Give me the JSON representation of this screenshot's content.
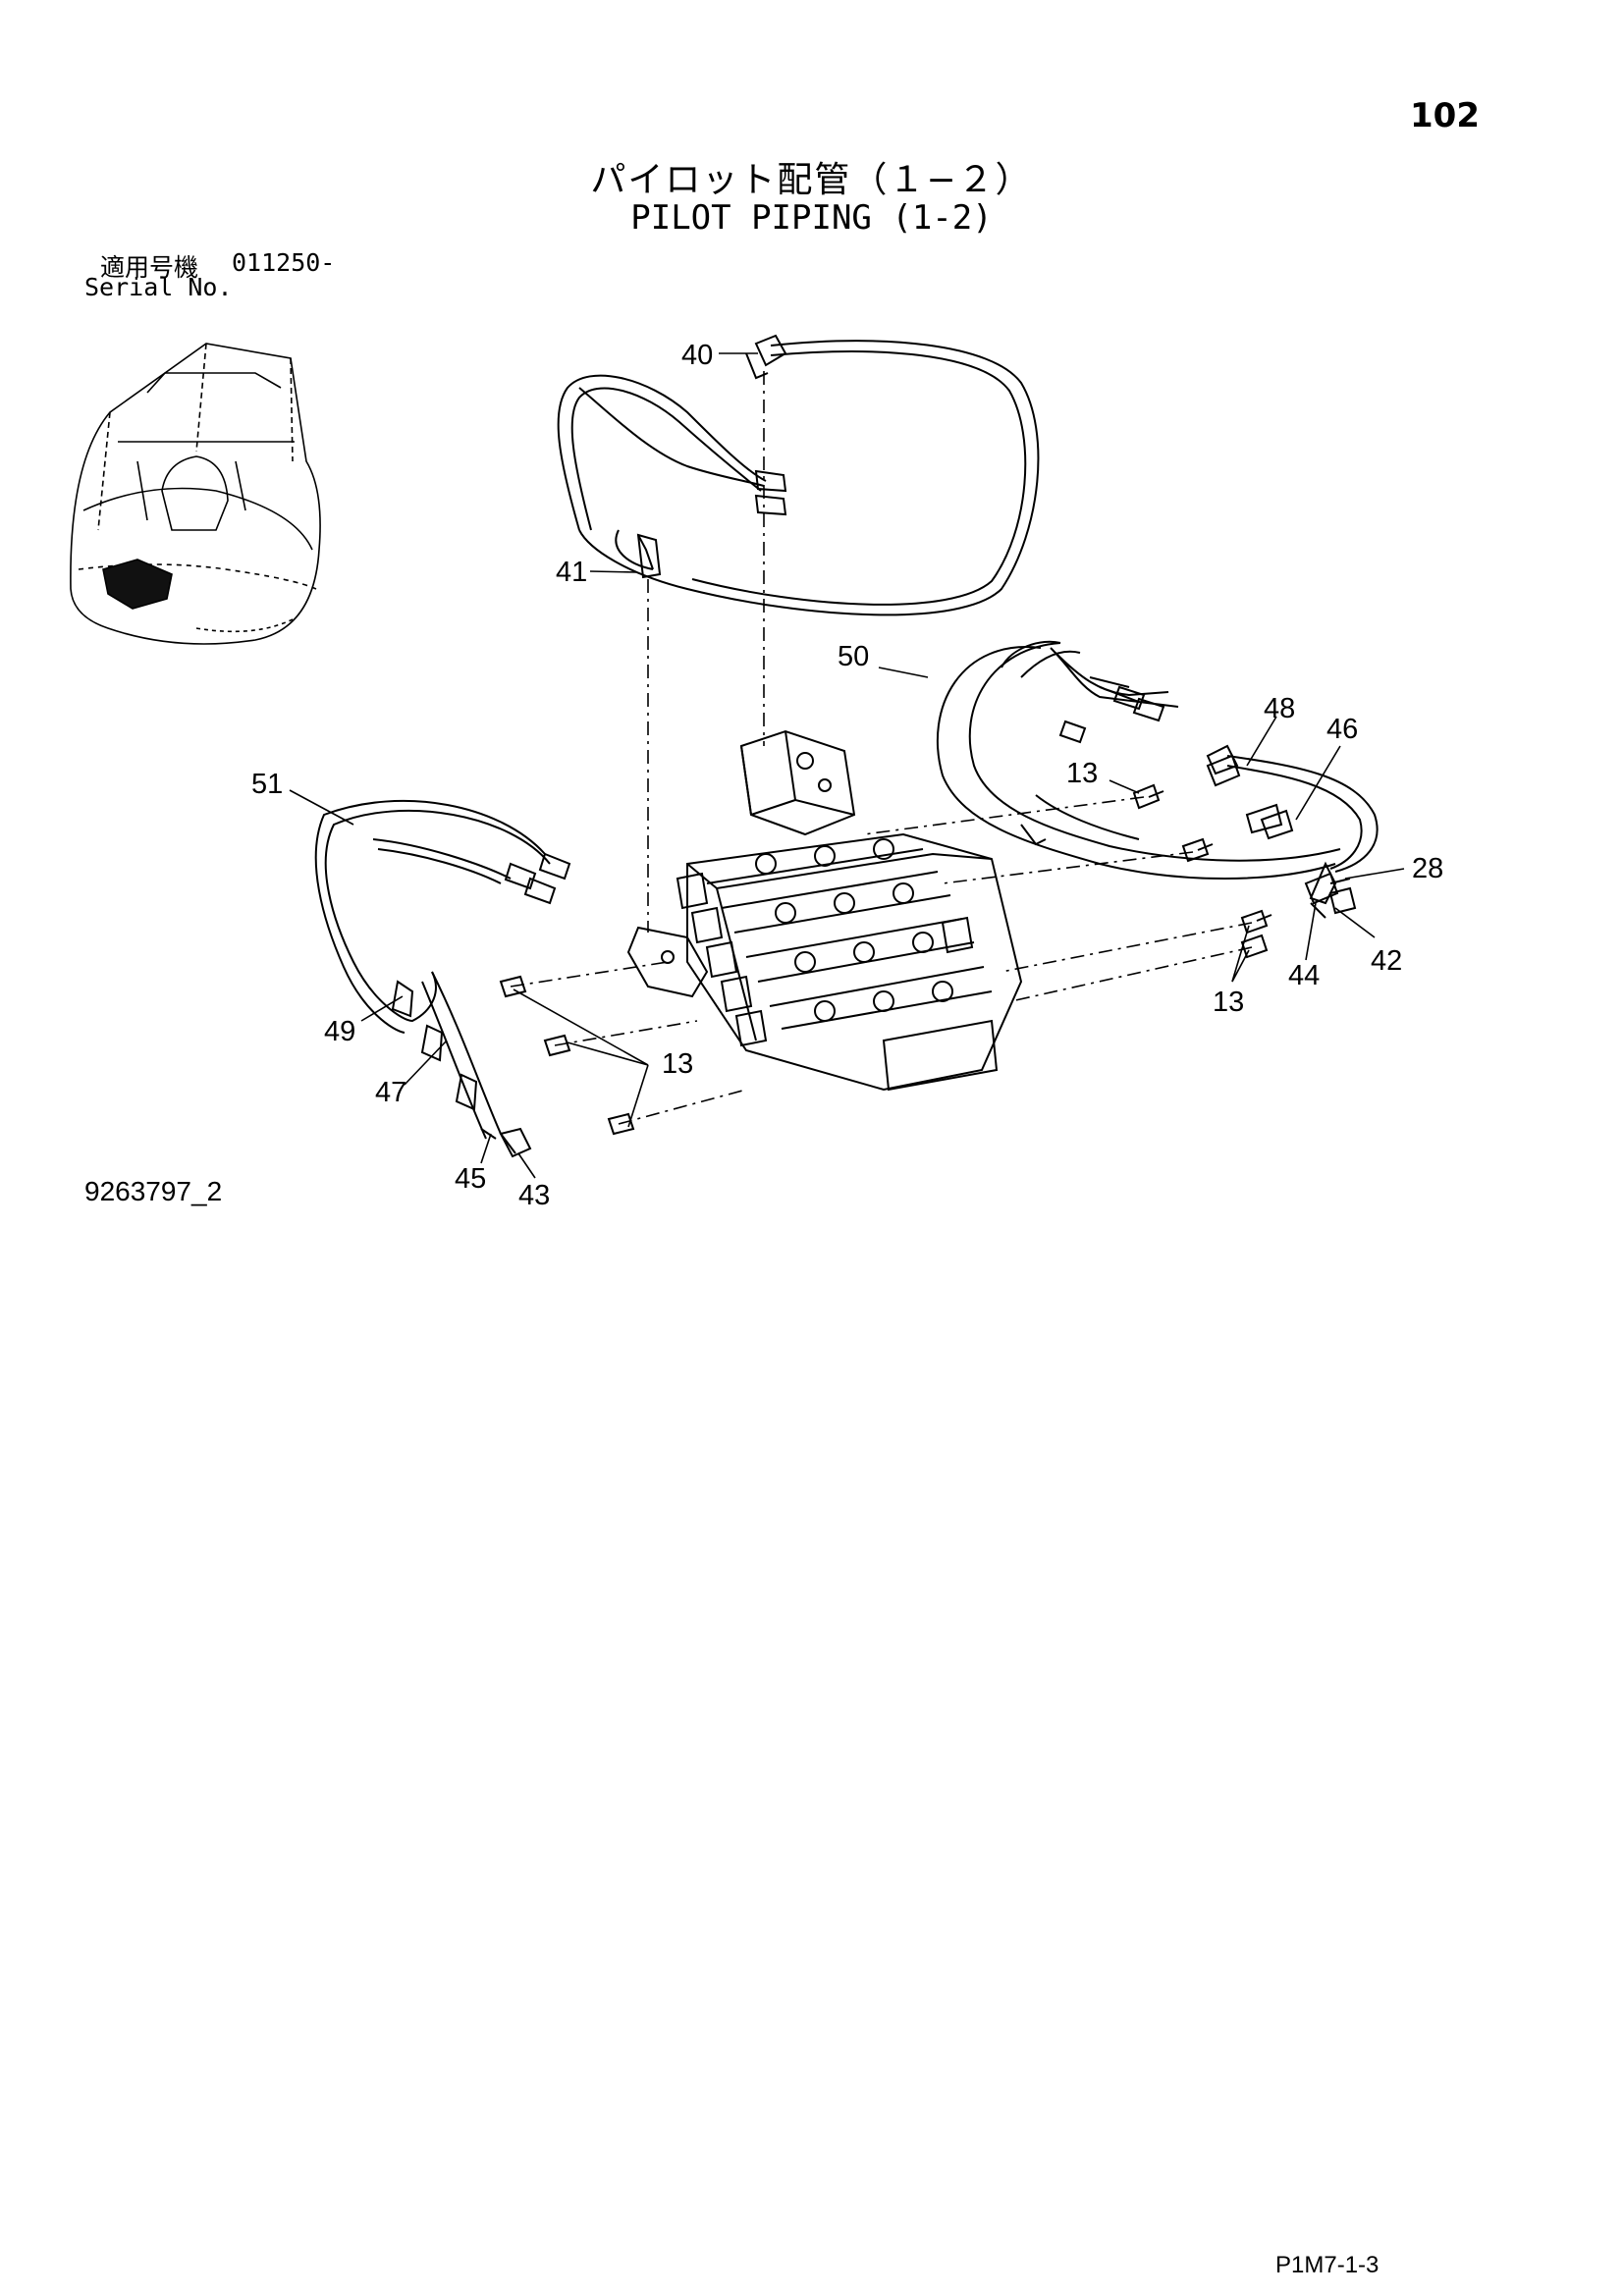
{
  "page_number": "102",
  "title_jp": "パイロット配管（１−２）",
  "title_en": "PILOT PIPING (1-2)",
  "serial_label_jp": "適用号機",
  "serial_value": "011250-",
  "serial_label_en": "Serial No.",
  "drawing_number": "9263797_2",
  "page_code": "P1M7-1-3",
  "callouts": {
    "c40": "40",
    "c41": "41",
    "c50": "50",
    "c51": "51",
    "c48": "48",
    "c46": "46",
    "c13a": "13",
    "c28": "28",
    "c44": "44",
    "c42": "42",
    "c13b": "13",
    "c49": "49",
    "c13c": "13",
    "c47": "47",
    "c45": "45",
    "c43": "43"
  }
}
